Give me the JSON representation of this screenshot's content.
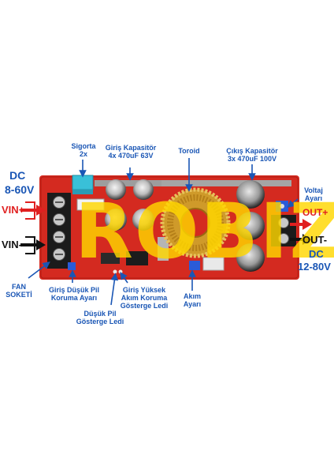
{
  "watermark": "ROBIZ",
  "colors": {
    "label_blue": "#1a56b5",
    "vin_plus_red": "#e02020",
    "board_red": "#d42a20"
  },
  "left": {
    "dc_label": "DC",
    "range_label": "8-60V",
    "vin_plus": "VIN+",
    "vin_minus": "VIN-"
  },
  "right": {
    "out_plus": "OUT+",
    "out_minus": "OUT-",
    "dc_label": "DC",
    "range_label": "12-80V"
  },
  "annotations": {
    "fuse": [
      "Sigorta",
      "2x"
    ],
    "input_cap": [
      "Giriş Kapasitör",
      "4x 470uF 63V"
    ],
    "toroid": [
      "Toroid"
    ],
    "output_cap": [
      "Çıkış Kapasitör",
      "3x 470uF 100V"
    ],
    "voltage_adj": [
      "Voltaj",
      "Ayarı"
    ],
    "fan_socket": [
      "FAN",
      "SOKETİ"
    ],
    "low_input_adj": [
      "Giriş Düşük Pil",
      "Koruma Ayarı"
    ],
    "low_batt_led": [
      "Düşük Pil",
      "Gösterge Ledi"
    ],
    "high_current_led": [
      "Giriş Yüksek",
      "Akım Koruma",
      "Gösterge Ledi"
    ],
    "current_adj": [
      "Akım",
      "Ayarı"
    ]
  }
}
